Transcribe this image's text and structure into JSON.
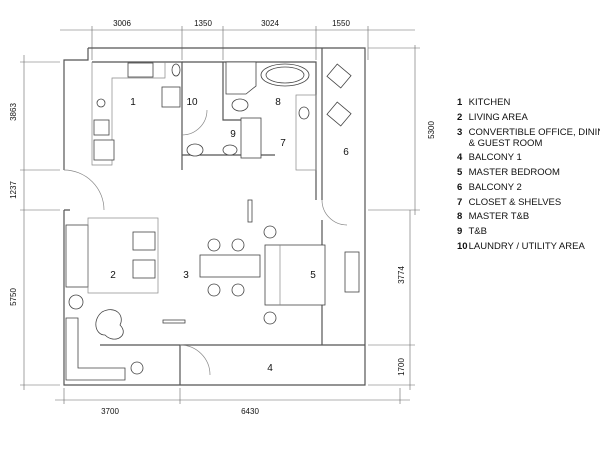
{
  "dimensions": {
    "top": [
      "3006",
      "1350",
      "3024",
      "1550"
    ],
    "left": [
      "3863",
      "1237",
      "5750"
    ],
    "bottom": [
      "3700",
      "6430"
    ],
    "right": [
      "5300",
      "3774",
      "1700"
    ]
  },
  "rooms": [
    "1",
    "2",
    "3",
    "4",
    "5",
    "6",
    "7",
    "8",
    "9",
    "10"
  ],
  "legend": [
    {
      "num": "1",
      "label": "KITCHEN"
    },
    {
      "num": "2",
      "label": "LIVING AREA"
    },
    {
      "num": "3",
      "label": "CONVERTIBLE OFFICE, DINING"
    },
    {
      "num": "",
      "label": "& GUEST ROOM"
    },
    {
      "num": "4",
      "label": "BALCONY 1"
    },
    {
      "num": "5",
      "label": "MASTER BEDROOM"
    },
    {
      "num": "6",
      "label": "BALCONY 2"
    },
    {
      "num": "7",
      "label": "CLOSET & SHELVES"
    },
    {
      "num": "8",
      "label": "MASTER T&B"
    },
    {
      "num": "9",
      "label": "T&B"
    },
    {
      "num": "10",
      "label": "LAUNDRY / UTILITY AREA"
    }
  ]
}
